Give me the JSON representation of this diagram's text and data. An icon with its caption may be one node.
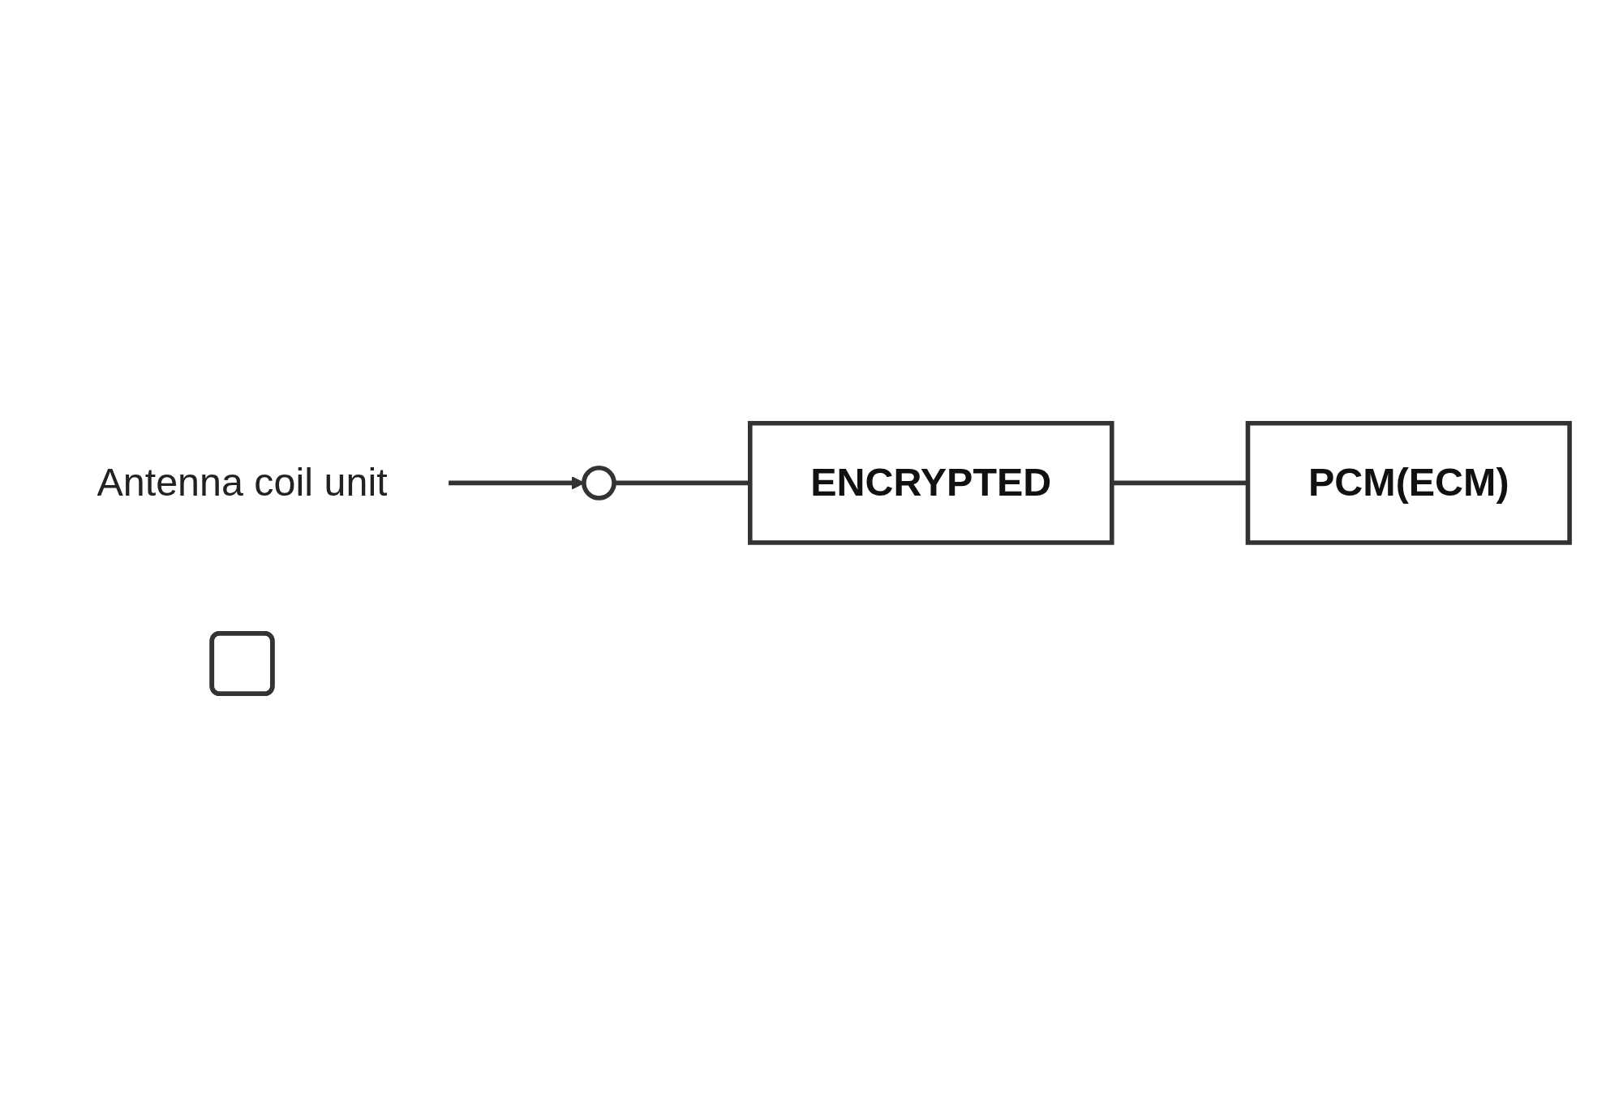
{
  "diagram": {
    "nodes": [
      {
        "text": [
          "Antenna coil unit"
        ]
      },
      {
        "text": [],
        "shape": "circle"
      },
      {
        "text": [],
        "shape": "box"
      },
      {
        "text": [
          "ENCRYPTED"
        ]
      },
      {
        "text": [
          "PCM(ECM)"
        ]
      }
    ],
    "edges": [
      {
        "from": 0,
        "to": 1,
        "arrow": "to"
      },
      {
        "from": 1,
        "to": 3,
        "arrow": "none"
      },
      {
        "from": 3,
        "to": 4,
        "arrow": "none"
      }
    ]
  }
}
